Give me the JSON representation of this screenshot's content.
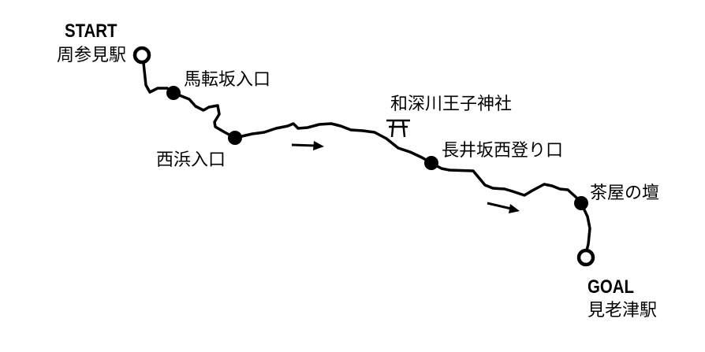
{
  "start": {
    "tag": "START",
    "station": "周参見駅"
  },
  "goal": {
    "tag": "GOAL",
    "station": "見老津駅"
  },
  "waypoints": [
    "馬転坂入口",
    "西浜入口",
    "和深川王子神社",
    "長井坂西登り口",
    "茶屋の壇"
  ],
  "icons": {
    "shrine": "torii-icon",
    "direction": "arrow-right-icon"
  },
  "colors": {
    "line": "#000000",
    "background": "#ffffff"
  }
}
